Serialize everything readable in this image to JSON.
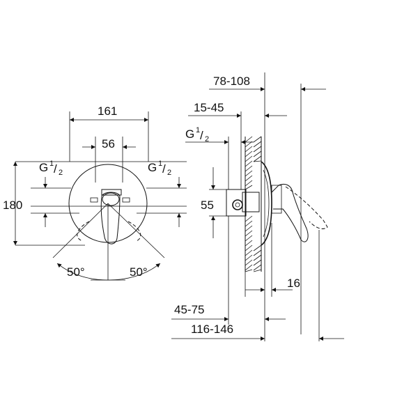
{
  "front_view": {
    "width_overall": "161",
    "outlet_spacing": "56",
    "thread_left_prefix": "G",
    "thread_left_num": "1",
    "thread_left_den": "2",
    "thread_right_prefix": "G",
    "thread_right_num": "1",
    "thread_right_den": "2",
    "height_overall": "180",
    "angle_left": "50°",
    "angle_right": "50°"
  },
  "side_view": {
    "dim_total_depth": "78-108",
    "dim_wall_range": "15-45",
    "thread_prefix": "G",
    "thread_num": "1",
    "thread_den": "2",
    "dim_height": "55",
    "dim_plate": "16",
    "dim_install_depth": "45-75",
    "dim_overall_projection": "116-146"
  },
  "colors": {
    "line": "#111111",
    "background": "#ffffff"
  }
}
